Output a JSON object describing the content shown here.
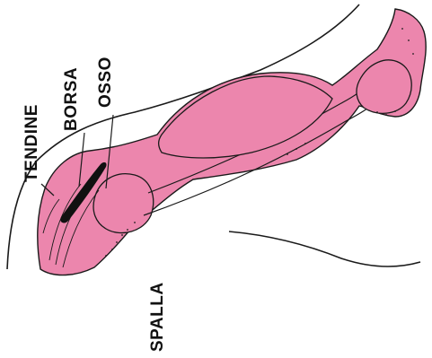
{
  "diagram": {
    "labels": {
      "tendine": "TENDINE",
      "borsa": "BORSA",
      "osso": "OSSO",
      "spalla": "SPALLA"
    },
    "colors": {
      "muscle_fill": "#ec86ad",
      "line": "#1a1a1a",
      "bursa": "#111111",
      "background": "#ffffff"
    }
  }
}
